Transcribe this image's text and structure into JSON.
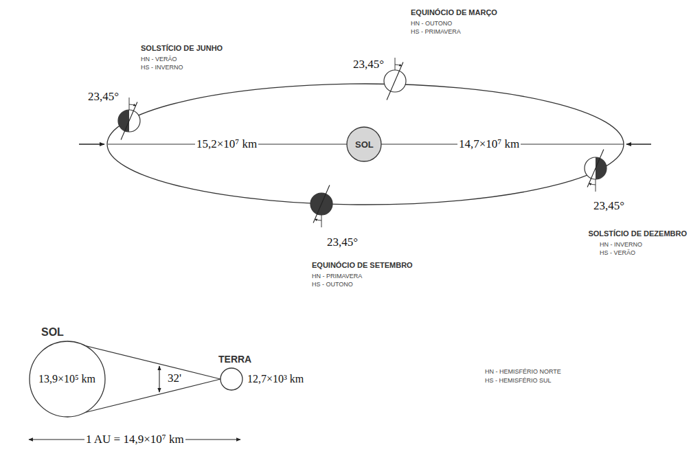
{
  "diagram": {
    "nodes": [
      {
        "text": [
          "SOL"
        ]
      },
      {
        "text": [
          "SOL",
          "13,9×10⁵ km"
        ]
      },
      {
        "text": [
          "TERRA",
          "12,7×10³ km"
        ]
      }
    ],
    "edges": [
      {
        "from": 1,
        "to": 2,
        "arrow": "none"
      },
      {
        "from": 1,
        "to": 2,
        "arrow": "none"
      }
    ],
    "labels": [
      "EQUINÓCIO DE MARÇO",
      "HN - OUTONO",
      "HS - PRIMAVERA",
      "23,45°",
      "SOLSTÍCIO DE JUNHO",
      "HN - VERÃO",
      "HS - INVERNO",
      "23,45°",
      "15,2×10⁷ km",
      "14,7×10⁷ km",
      "23,45°",
      "SOLSTÍCIO DE DEZEMBRO",
      "HN - INVERNO",
      "HS - VERÃO",
      "23,45°",
      "EQUINÓCIO DE SETEMBRO",
      "HN - PRIMAVERA",
      "HS - OUTONO",
      "32'",
      "1 AU = 14,9×10⁷ km",
      "HN - HEMISFÉRIO NORTE",
      "HS - HEMISFÉRIO SUL"
    ]
  }
}
